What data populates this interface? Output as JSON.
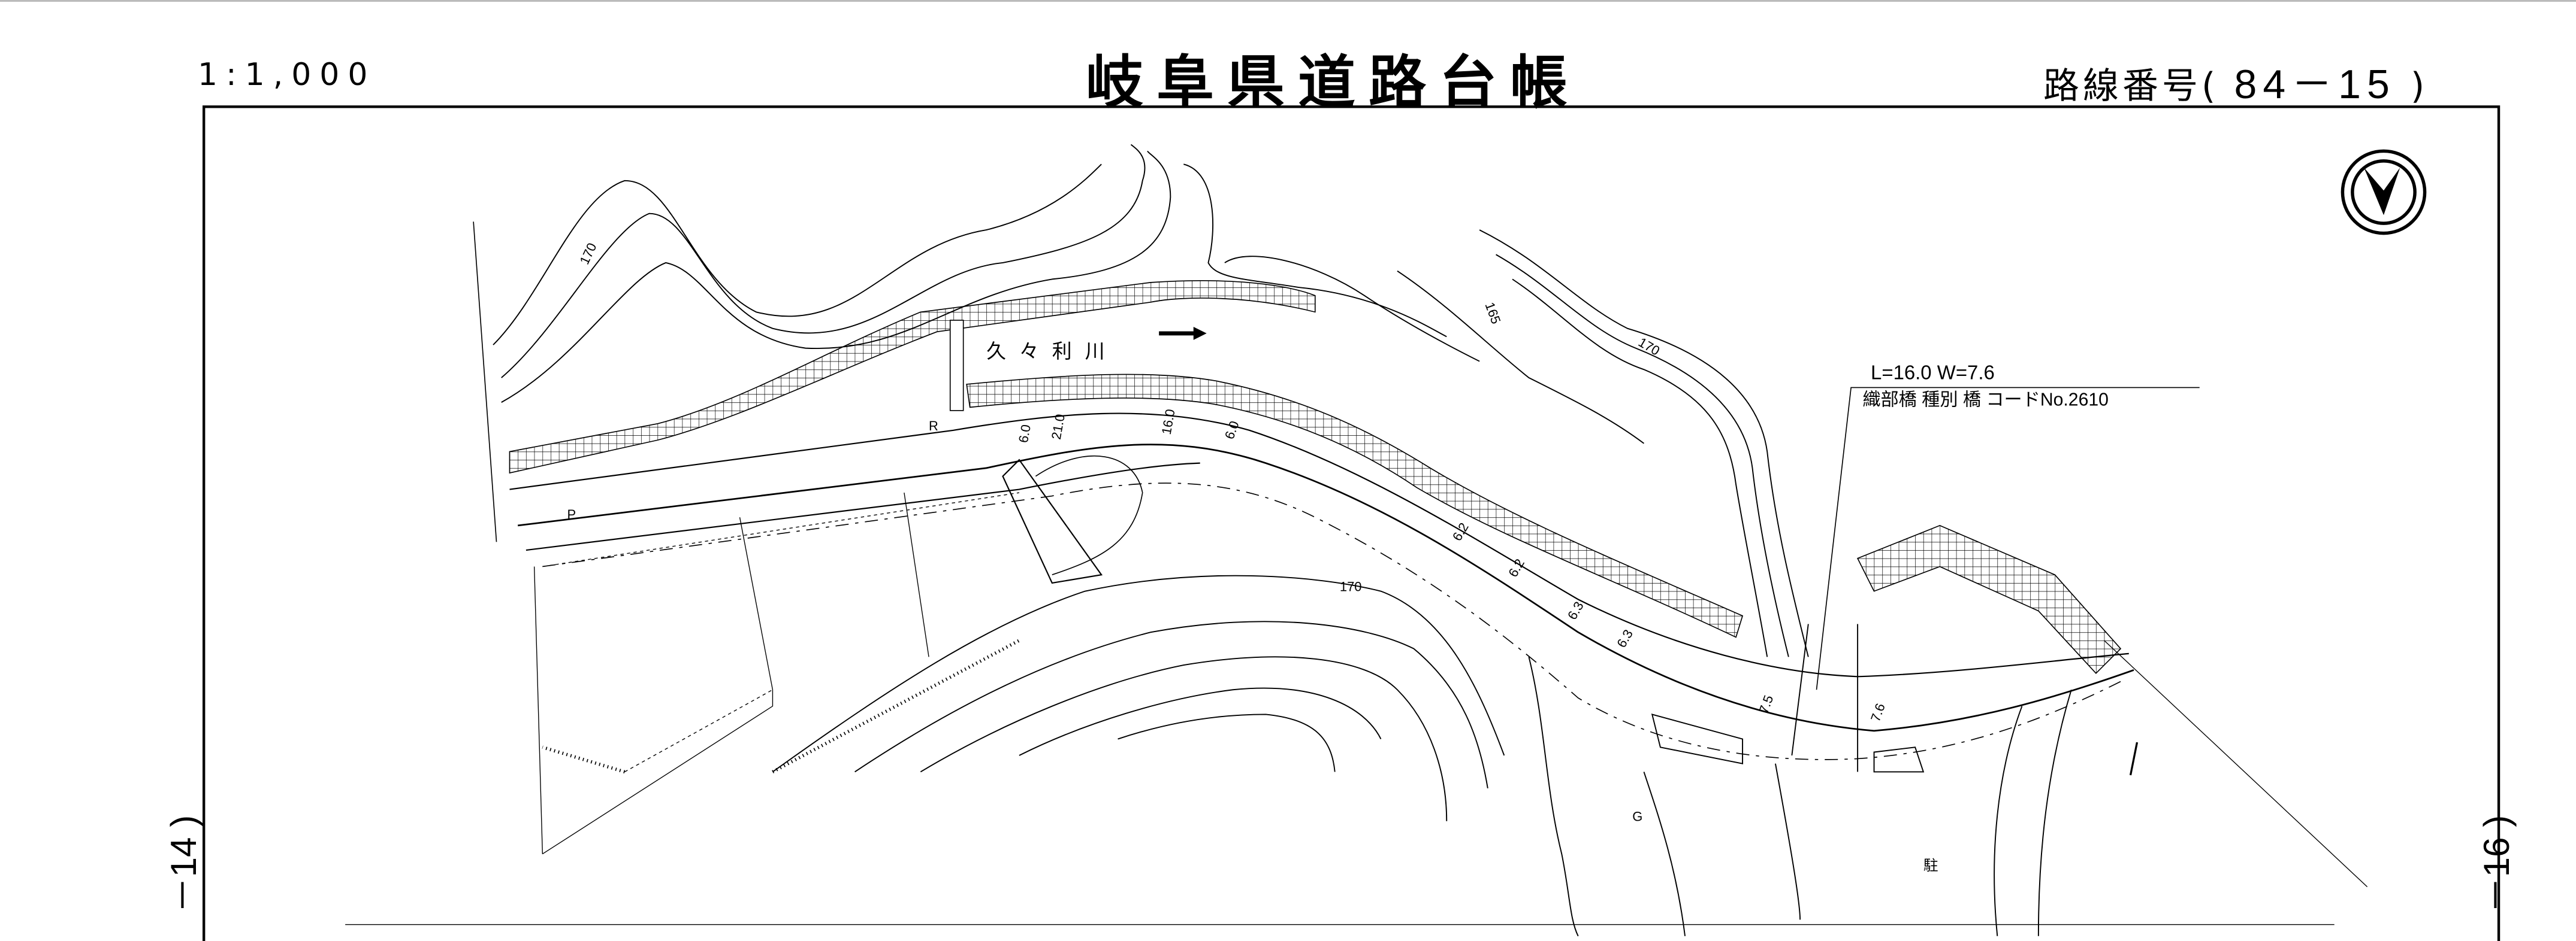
{
  "header": {
    "scale": "1:1,000",
    "title": "岐阜県道路台帳",
    "route_label": "路線番号(",
    "route_number": "84－15",
    "route_close": ")"
  },
  "adjacent_sheets": {
    "left": "－14 )",
    "right": "－16 )"
  },
  "bridge": {
    "dimensions": "L=16.0  W=7.6",
    "info": "織部橋  種別  橋  コードNo.2610"
  },
  "map_labels": {
    "river": "久々利川",
    "contour_170_a": "170",
    "contour_170_b": "170",
    "contour_170_c": "170",
    "contour_165": "165",
    "width_1": "6.0",
    "width_2": "21.0",
    "width_3": "16.0",
    "width_4": "6.0",
    "width_5": "6.2",
    "width_6": "6.2",
    "width_7": "6.3",
    "width_8": "6.3",
    "width_9": "7.5",
    "width_10": "7.6",
    "parking": "駐",
    "g": "G",
    "r": "R",
    "p": "P"
  },
  "north_symbol": "north-arrow-icon"
}
